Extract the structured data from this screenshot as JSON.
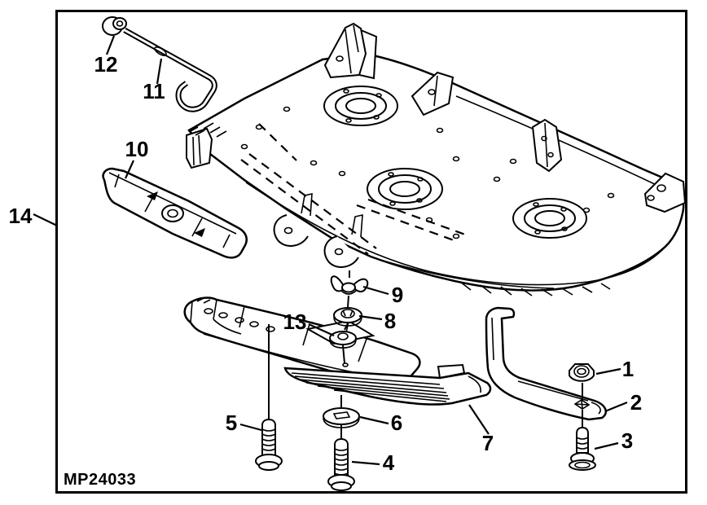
{
  "figure": {
    "code": "MP24033",
    "kind": "exploded-parts-diagram",
    "subject": "mower-deck-assembly"
  },
  "callouts": [
    {
      "number": "1",
      "depicts": "lock-nut"
    },
    {
      "number": "2",
      "depicts": "support-bracket"
    },
    {
      "number": "3",
      "depicts": "carriage-bolt-short"
    },
    {
      "number": "4",
      "depicts": "carriage-bolt-long"
    },
    {
      "number": "5",
      "depicts": "carriage-bolt-medium"
    },
    {
      "number": "6",
      "depicts": "flat-washer"
    },
    {
      "number": "7",
      "depicts": "mulch-plate"
    },
    {
      "number": "8",
      "depicts": "cup-lock-washer"
    },
    {
      "number": "9",
      "depicts": "wing-nut"
    },
    {
      "number": "10",
      "depicts": "mower-blade"
    },
    {
      "number": "11",
      "depicts": "j-hook-rod"
    },
    {
      "number": "12",
      "depicts": "flange-nut"
    },
    {
      "number": "13",
      "depicts": "spacer-washer"
    },
    {
      "number": "14",
      "depicts": "deck-assembly-frame"
    }
  ]
}
